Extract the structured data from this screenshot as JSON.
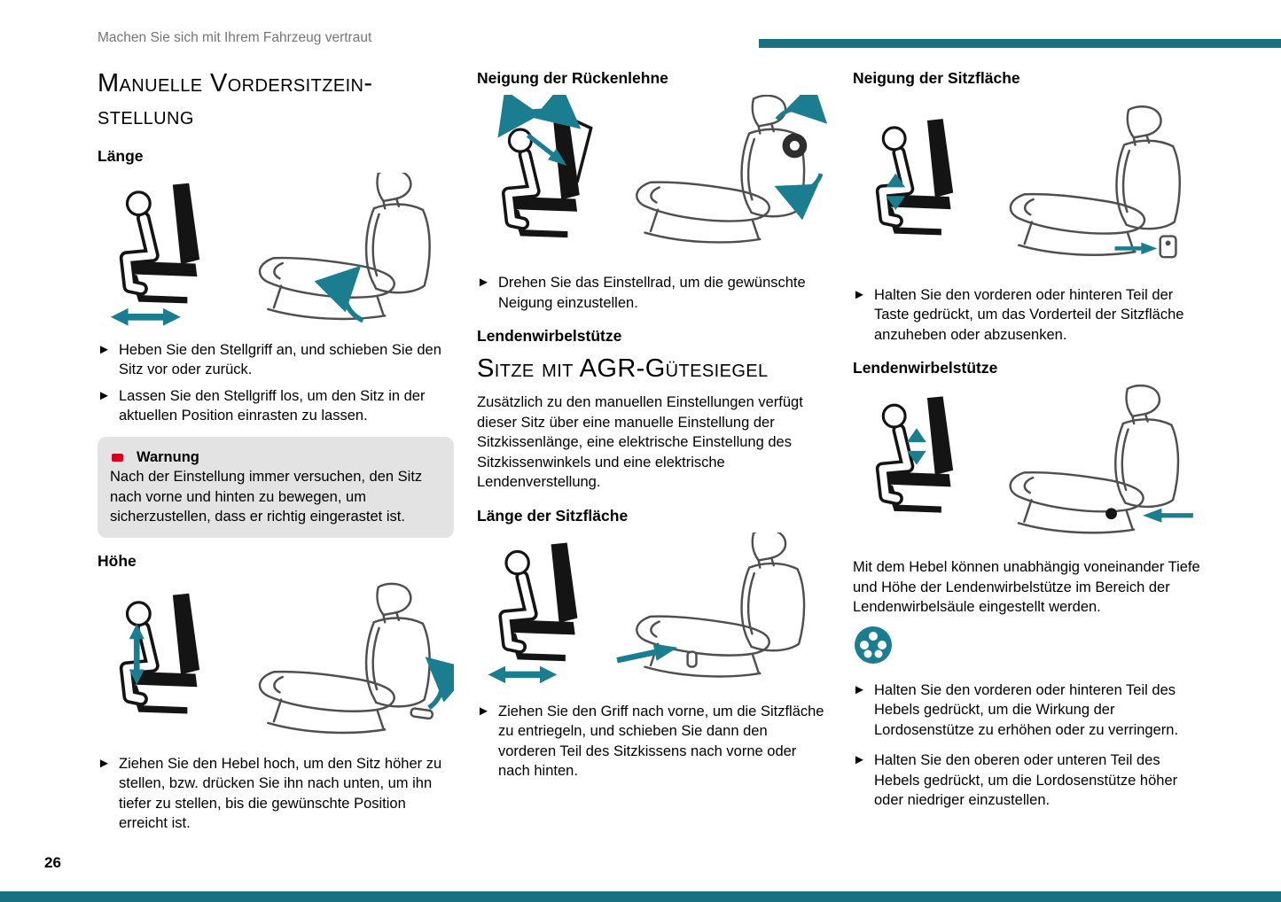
{
  "page": {
    "header_text": "Machen Sie sich mit Ihrem Fahrzeug vertraut",
    "page_number": "26"
  },
  "glyphs": {
    "bullet_arrow": "►"
  },
  "colors": {
    "accent_teal": "#1a7e90",
    "bar_teal": "#19707f",
    "warning_red": "#d8001e",
    "warning_box_bg": "#e3e3e3",
    "header_gray": "#757575"
  },
  "icons": {
    "warning": "exclamation-mark",
    "bullet": "triangle-right",
    "lumbar_control": "control-wheel"
  },
  "column1": {
    "title_line1": "Manuelle Vordersitzein-",
    "title_line2": "stellung",
    "laenge": {
      "heading": "Länge",
      "bullets": [
        "Heben Sie den Stellgriff an, und schieben Sie den Sitz vor oder zurück.",
        "Lassen Sie den Stellgriff los, um den Sitz in der aktuellen Position einrasten zu lassen."
      ]
    },
    "warning": {
      "title": "Warnung",
      "text": "Nach der Einstellung immer versuchen, den Sitz nach vorne und hinten zu bewegen, um sicherzustellen, dass er richtig eingerastet ist."
    },
    "hoehe": {
      "heading": "Höhe",
      "bullets": [
        "Ziehen Sie den Hebel hoch, um den Sitz höher zu stellen, bzw. drücken Sie ihn nach unten, um ihn tiefer zu stellen, bis die gewünschte Position erreicht ist."
      ]
    }
  },
  "column2": {
    "rueckenlehne": {
      "heading": "Neigung der Rückenlehne",
      "bullets": [
        "Drehen Sie das Einstellrad, um die gewünschte Neigung einzustellen."
      ]
    },
    "lendenwirbel_heading": "Lendenwirbelstütze",
    "agr": {
      "title": "Sitze mit AGR-Gütesiegel",
      "intro": "Zusätzlich zu den manuellen Einstellungen verfügt dieser Sitz über eine manuelle Einstellung der Sitzkissenlänge, eine elektrische Einstellung des Sitzkissenwinkels und eine elektrische Lendenverstellung."
    },
    "sitzflaeche_laenge": {
      "heading": "Länge der Sitzfläche",
      "bullets": [
        "Ziehen Sie den Griff nach vorne, um die Sitzfläche zu entriegeln, und schieben Sie dann den vorderen Teil des Sitzkissens nach vorne oder nach hinten."
      ]
    }
  },
  "column3": {
    "sitzflaeche_neigung": {
      "heading": "Neigung der Sitzfläche",
      "bullets": [
        "Halten Sie den vorderen oder hinteren Teil der Taste gedrückt, um das Vorderteil der Sitzfläche anzuheben oder abzusenken."
      ]
    },
    "lendenwirbel": {
      "heading": "Lendenwirbelstütze",
      "intro": "Mit dem Hebel können unabhängig voneinander Tiefe und Höhe der Lendenwirbelstütze im Bereich der Lendenwirbelsäule eingestellt werden.",
      "bullets": [
        "Halten Sie den vorderen oder hinteren Teil des Hebels gedrückt, um die Wirkung der Lordosenstütze zu erhöhen oder zu verringern.",
        "Halten Sie den oberen oder unteren Teil des Hebels gedrückt, um die Lordosenstütze höher oder niedriger einzustellen."
      ]
    }
  }
}
